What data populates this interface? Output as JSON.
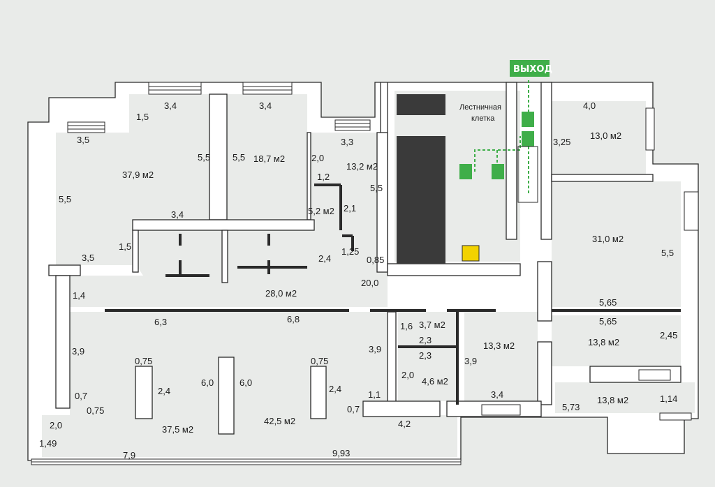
{
  "exit_sign": "ВЫХОД",
  "stairwell": {
    "line1": "Лестничная",
    "line2": "клетка"
  },
  "labels": [
    "3,4",
    "3,4",
    "1,5",
    "3,5",
    "37,9 м2",
    "5,5",
    "5,5",
    "18,7 м2",
    "2,0",
    "3,3",
    "13,2 м2",
    "1,2",
    "5,5",
    "5,2 м2",
    "2,1",
    "3,4",
    "1,5",
    "5,5",
    "3,5",
    "1,25",
    "0,85",
    "2,4",
    "20,0",
    "28,0 м2",
    "4,0",
    "13,0 м2",
    "3,25",
    "31,0 м2",
    "5,5",
    "5,65",
    "5,65",
    "13,8 м2",
    "2,45",
    "1,4",
    "6,3",
    "6,8",
    "3,9",
    "1,6",
    "3,7 м2",
    "2,3",
    "2,3",
    "13,3 м2",
    "3,9",
    "3,9",
    "0,75",
    "2,0",
    "4,6 м2",
    "2,4",
    "6,0",
    "6,0",
    "0,75",
    "2,4",
    "0,7",
    "0,75",
    "1,1",
    "0,7",
    "3,4",
    "5,73",
    "13,8 м2",
    "1,14",
    "2,0",
    "37,5 м2",
    "42,5 м2",
    "4,2",
    "1,49",
    "7,9",
    "9,93"
  ]
}
